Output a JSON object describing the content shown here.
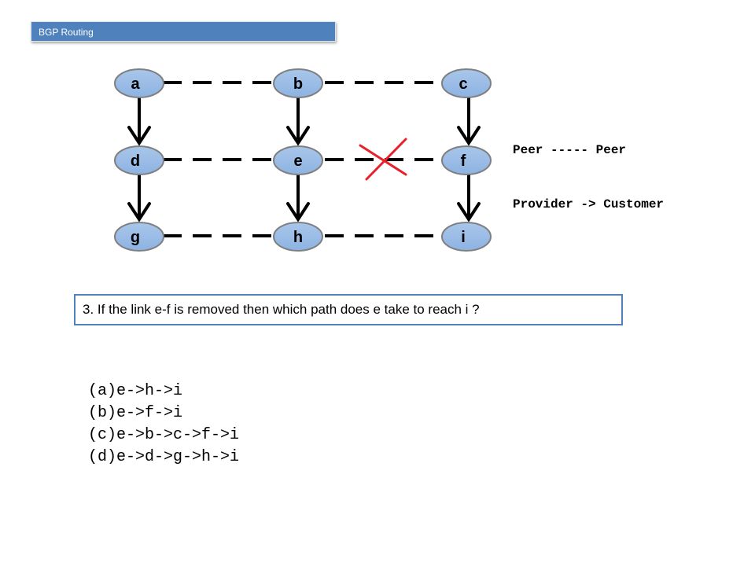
{
  "header": {
    "title": "BGP Routing"
  },
  "graph": {
    "nodes": [
      "a",
      "b",
      "c",
      "d",
      "e",
      "f",
      "g",
      "h",
      "i"
    ],
    "peer_links": [
      [
        "a",
        "b"
      ],
      [
        "b",
        "c"
      ],
      [
        "d",
        "e"
      ],
      [
        "e",
        "f"
      ],
      [
        "g",
        "h"
      ],
      [
        "h",
        "i"
      ]
    ],
    "provider_customer_links": [
      [
        "a",
        "d"
      ],
      [
        "d",
        "g"
      ],
      [
        "b",
        "e"
      ],
      [
        "e",
        "h"
      ],
      [
        "c",
        "f"
      ],
      [
        "f",
        "i"
      ]
    ],
    "removed_link": [
      "e",
      "f"
    ],
    "colors": {
      "node_fill": "#8db3e2",
      "node_border": "#7f7f7f",
      "removed_mark": "#e8202a",
      "edge": "#000000"
    }
  },
  "legend": {
    "line1": "Peer ----- Peer",
    "line2": "Provider -> Customer"
  },
  "question": {
    "text": "3. If the link e-f is removed then which path does e take to reach i ?"
  },
  "answers": [
    {
      "label": "(a)",
      "path": "e->h->i"
    },
    {
      "label": "(b)",
      "path": "e->f->i"
    },
    {
      "label": "(c)",
      "path": "e->b->c->f->i"
    },
    {
      "label": "(d)",
      "path": "e->d->g->h->i"
    }
  ]
}
